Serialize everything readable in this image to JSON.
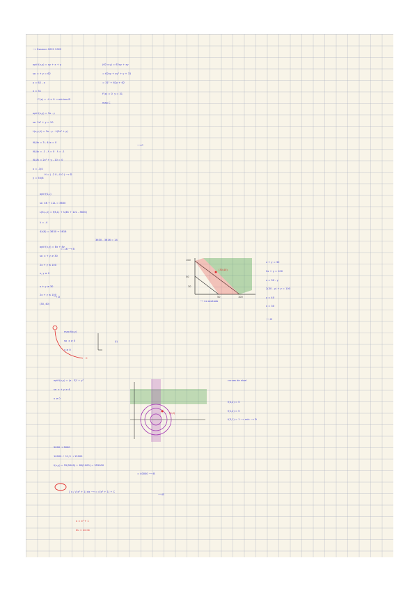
{
  "notes": {
    "heading": "Examen 2021 2022",
    "q1": {
      "lines": [
        "opt f(x,y) = xy + x + y",
        "sa  x + y = 62",
        "y = 62 - x",
        "x = 31",
        "f'(x) = 0",
        "(62 x y) = 62xy + xy",
        "= 62xy + xy² + y + 31",
        "= 31² + 62y + 62",
        "y = 31",
        "max"
      ],
      "answer": "C"
    },
    "q2": {
      "line": "f''(x) = -4 < 0 → mínimo",
      "answer": "B"
    },
    "q3": {
      "lines": [
        "opt f(x,y) = 3x - y",
        "sa  2x² + y = 10",
        "L(x,y,λ) = 3x - y - λ(2x² + y)",
        "∂L/∂x = 3 - 4λx = 0",
        "∂L/∂y = -1 - λ = 0   λ = -1",
        "∂L/∂λ = 2x² + y - 10 = 0",
        "x = -3/4",
        "y = 55/8"
      ],
      "answer": "C"
    },
    "q4": {
      "line": "H = ( -2 0 ; 0 0 )",
      "answer": "D"
    },
    "q5": {
      "lines": [
        "opt f(K,L)",
        "sa  4K + 12L = 3630",
        "L(K,L,λ) = f(K,L) + λ(4K + 12L - 3630)",
        "λ = -4",
        "4λ(K) = 3630 → 3616",
        "3630 - 3616 = 14",
        "= -16"
      ],
      "answer": "B"
    },
    "q6": {
      "lines": [
        "opt f(x,y) = 8x + 8y",
        "sa  x + y ≥ 30",
        "2x + y ≤ 100",
        "x, y ≥ 0",
        "x + y ≥ 30",
        "2x + y ≤ 100",
        "(30, 40)"
      ],
      "graph_labels": [
        "100",
        "50",
        "30",
        "(30,40)",
        "50",
        "100"
      ],
      "side_lines": [
        "x + y = 30",
        "2x + y = 100",
        "x = 30 - y",
        "2(30 - y) + y = 100",
        "y = 40",
        "x = 30"
      ],
      "note": "no acotado",
      "answer": "D"
    },
    "q7": {
      "answer": "D"
    },
    "q8": {
      "lines": [
        "max f(x,y)",
        "sa  x ≥ 0",
        "y ≥ 0"
      ],
      "region": "(I)",
      "answer": "C"
    },
    "q9": {
      "lines": [
        "opt f(x,y) = (x - 3)² + y²",
        "sa  x + y ≥ 4",
        "x ≥ 0"
      ],
      "side_lines": [
        "curvas de nivel",
        "f(4,2) = 5",
        "f(2,2) = 5",
        "f(3,1) = 1"
      ],
      "point": "(3,2)",
      "answer": "D"
    },
    "q10": {
      "lines": [
        "5000 → 5000",
        "10000 ✓ 11,5 → 15000",
        "f(x,y) = 55(5000) + 80(1000) = 355000",
        "= 40000"
      ],
      "answer": "B"
    },
    "q11": {
      "lines": [
        "∫ x / √(x² + 1) dx",
        "= √(x² + 1) + C",
        "u = x² + 1",
        "du = 2x dx"
      ],
      "answer": "B"
    }
  },
  "colors": {
    "ink": "#3a3ad6",
    "red": "#e02c2c",
    "green": "#3c9c3c",
    "purple": "#a53cb4"
  }
}
